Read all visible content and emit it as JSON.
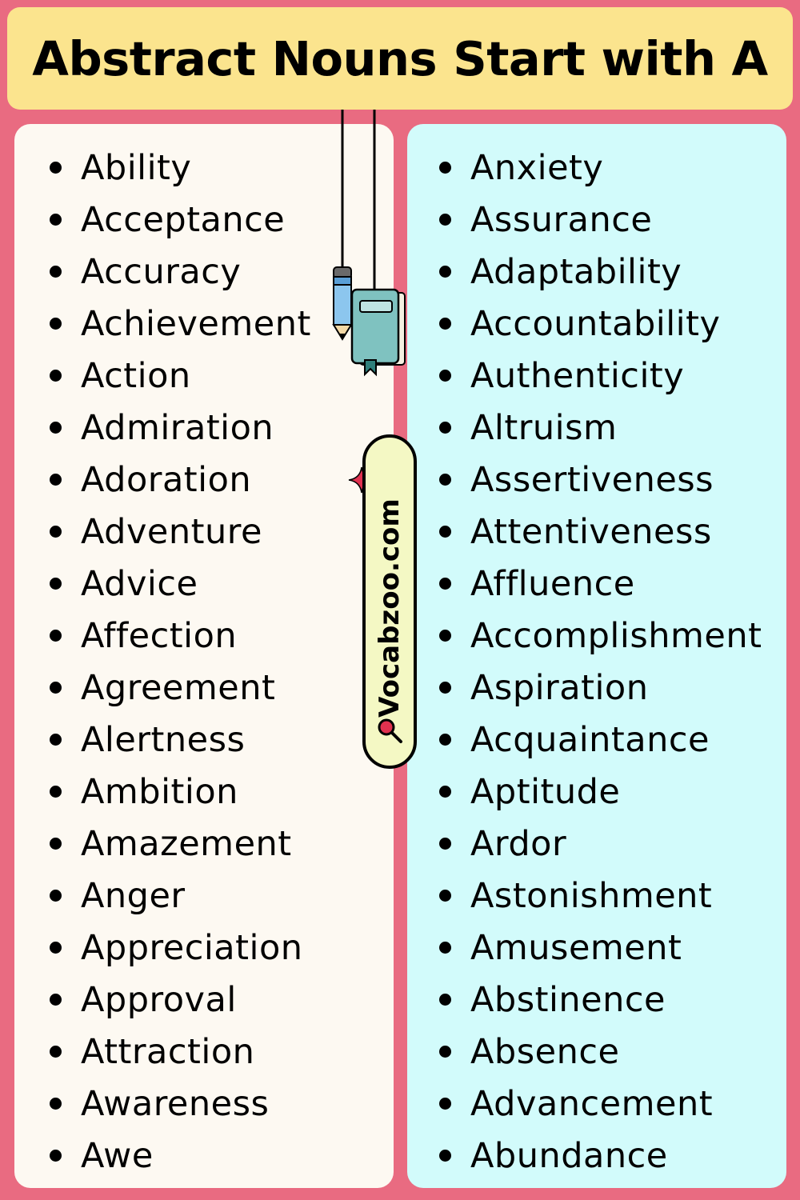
{
  "title": "Abstract Nouns Start with A",
  "left_words": [
    "Ability",
    "Acceptance",
    "Accuracy",
    "Achievement",
    "Action",
    "Admiration",
    "Adoration",
    "Adventure",
    "Advice",
    "Affection",
    "Agreement",
    "Alertness",
    "Ambition",
    "Amazement",
    "Anger",
    "Appreciation",
    "Approval",
    "Attraction",
    "Awareness",
    "Awe"
  ],
  "right_words": [
    "Anxiety",
    "Assurance",
    "Adaptability",
    "Accountability",
    "Authenticity",
    "Altruism",
    "Assertiveness",
    "Attentiveness",
    "Affluence",
    "Accomplishment",
    "Aspiration",
    "Acquaintance",
    "Aptitude",
    "Ardor",
    "Astonishment",
    "Amusement",
    "Abstinence",
    "Absence",
    "Advancement",
    "Abundance"
  ],
  "site": "Vocabzoo.com",
  "colors": {
    "background": "#e96b81",
    "title_bar": "#fbe48e",
    "left_panel": "#fdf9f2",
    "right_panel": "#d2fbfb",
    "site_pill": "#f4f8c4",
    "sparkle": "#e0314f"
  },
  "icons": [
    "pencil-icon",
    "book-icon",
    "sparkle-icon",
    "search-icon"
  ]
}
